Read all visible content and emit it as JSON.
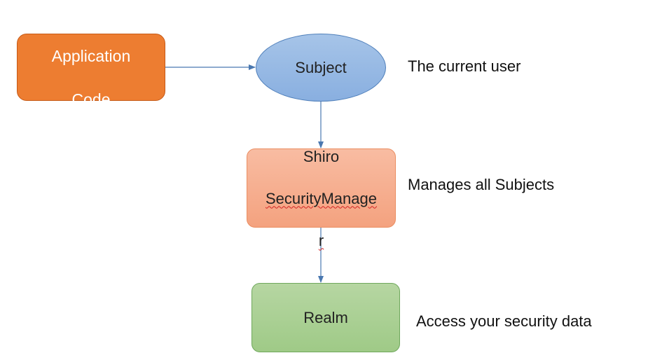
{
  "diagram": {
    "nodes": {
      "application_code": {
        "lines": [
          "Application",
          "Code"
        ],
        "color": "#ed7d31"
      },
      "subject": {
        "label": "Subject",
        "color": "#9dbde6"
      },
      "security_manager": {
        "lines": [
          "Shiro",
          "SecurityManage",
          "r"
        ],
        "color": "#f6ae8d"
      },
      "realm": {
        "label": "Realm",
        "color": "#a9cf93"
      }
    },
    "descriptions": {
      "subject": "The current user",
      "security_manager": "Manages all Subjects",
      "realm": "Access your security data"
    },
    "edges": [
      {
        "from": "application_code",
        "to": "subject"
      },
      {
        "from": "subject",
        "to": "security_manager"
      },
      {
        "from": "security_manager",
        "to": "realm"
      }
    ],
    "edge_color": "#4a78b0"
  }
}
